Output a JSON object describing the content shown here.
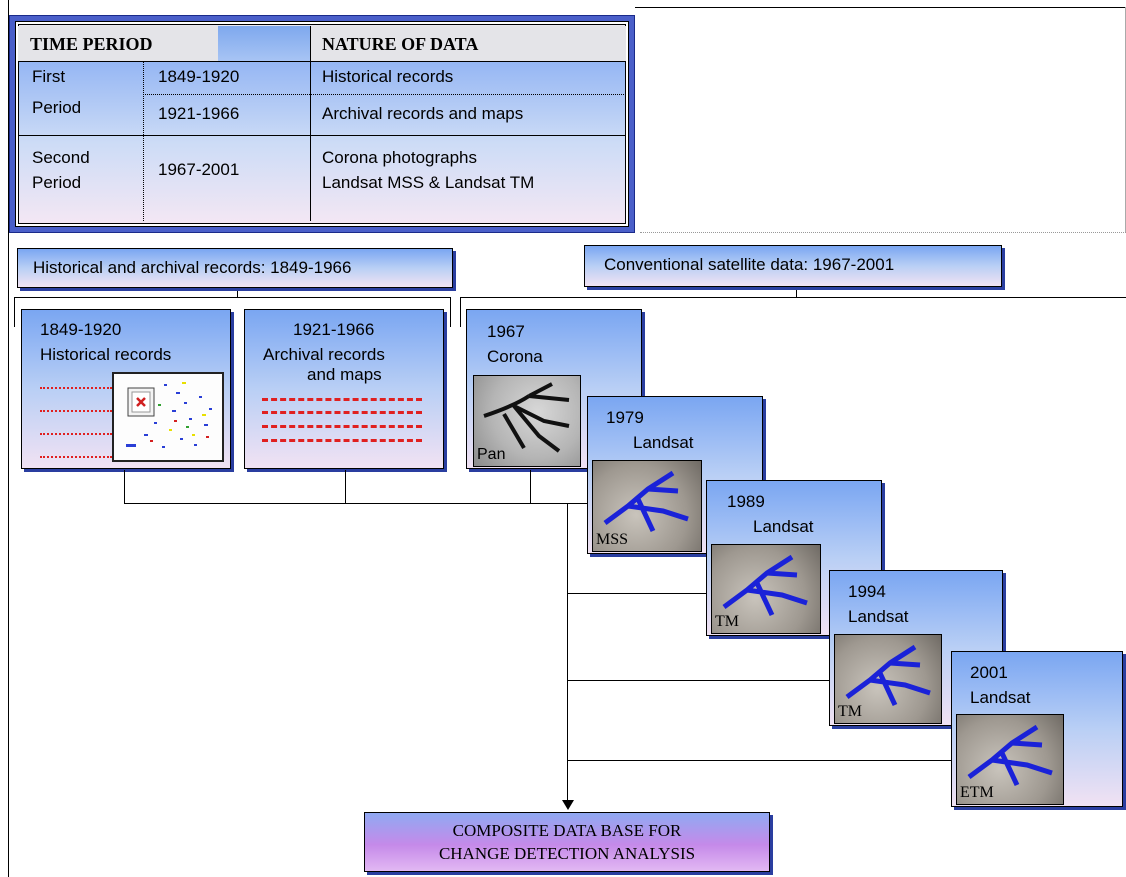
{
  "table": {
    "header_time": "TIME PERIOD",
    "header_nature": "NATURE OF DATA",
    "first_period": "First Period",
    "first_period_l1": "First",
    "first_period_l2": "Period",
    "second_period_l1": "Second",
    "second_period_l2": "Period",
    "r1_years": "1849-1920",
    "r1_data": "Historical records",
    "r2_years": "1921-1966",
    "r2_data": "Archival records and maps",
    "r3_years": "1967-2001",
    "r3_data_l1": "Corona photographs",
    "r3_data_l2": "Landsat MSS & Landsat TM"
  },
  "groups": {
    "historical": "Historical and archival records: 1849-1966",
    "satellite": "Conventional satellite data: 1967-2001"
  },
  "boxes": {
    "hist_year": "1849-1920",
    "hist_label": "Historical records",
    "arch_year": "1921-1966",
    "arch_l1": "Archival records",
    "arch_l2": "and maps",
    "corona_year": "1967",
    "corona_label": "Corona",
    "corona_sensor": "Pan",
    "l79_year": "1979",
    "l79_label": "Landsat",
    "l79_sensor": "MSS",
    "l89_year": "1989",
    "l89_label": "Landsat",
    "l89_sensor": "TM",
    "l94_year": "1994",
    "l94_label": "Landsat",
    "l94_sensor": "TM",
    "l01_year": "2001",
    "l01_label": "Landsat",
    "l01_sensor": "ETM"
  },
  "composite": {
    "line1": "COMPOSITE DATA BASE FOR",
    "line2": "CHANGE DETECTION ANALYSIS"
  },
  "colors": {
    "box_top": "#7aa6f2",
    "box_bottom": "#f1e2f3",
    "composite": "#b07fe8",
    "dots": "#e02020",
    "river": "#1a22d8"
  }
}
